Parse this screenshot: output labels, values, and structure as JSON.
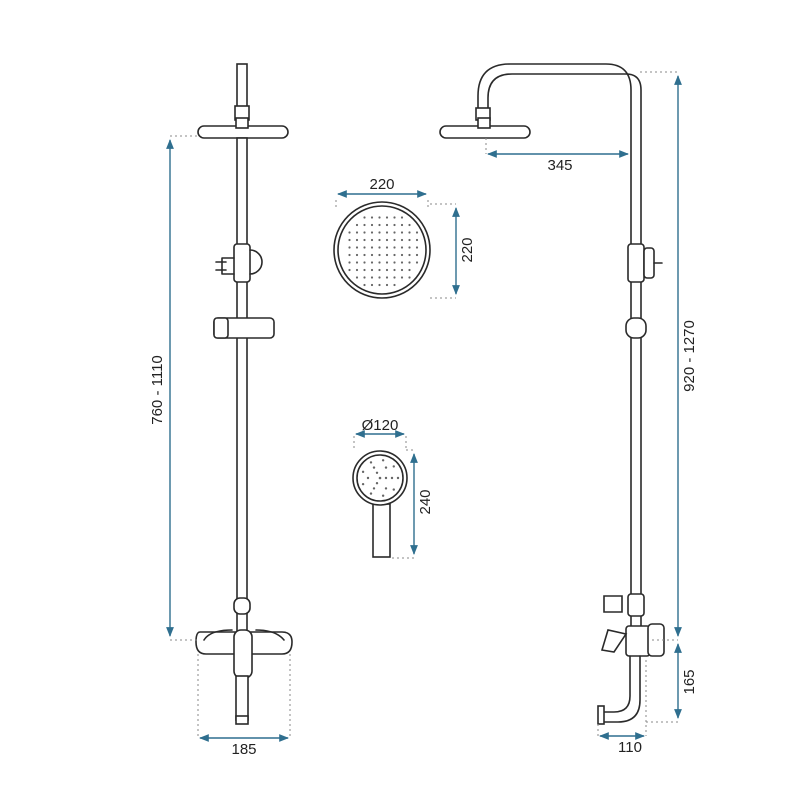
{
  "accent_color": "#2f6f8f",
  "line_color": "#2a2a2a",
  "dimensions": {
    "left_height": "760 - 1110",
    "left_width": "185",
    "overhead_diameter_w": "220",
    "overhead_diameter_h": "220",
    "hand_diameter": "Ø120",
    "hand_length": "240",
    "arm_reach": "345",
    "right_height": "920 - 1270",
    "spout_height": "165",
    "spout_reach": "110"
  }
}
